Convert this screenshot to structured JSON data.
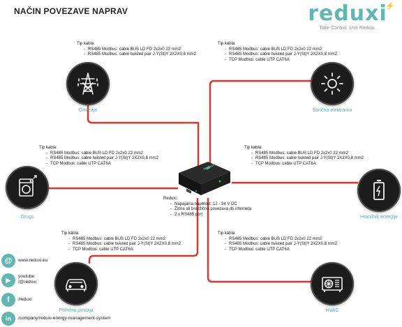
{
  "title": "NAČIN POVEZAVE NAPRAV",
  "logo": {
    "word": "reduxi",
    "tagline": "Take Control. Use Reduxi."
  },
  "colors": {
    "wire": "#e3322b",
    "accent": "#5fb7b0",
    "spark": "#f0c020",
    "node": "#1c1c1c"
  },
  "nodes": {
    "grid": {
      "label": "Omrežje",
      "icon": "power-tower-icon"
    },
    "solar": {
      "label": "Sončna elektrarna",
      "icon": "sun-icon"
    },
    "other": {
      "label": "Drugo",
      "icon": "washing-machine-icon"
    },
    "storage": {
      "label": "Hranilnik energije",
      "icon": "battery-icon"
    },
    "ev": {
      "label": "Polnilna postaja",
      "icon": "car-icon"
    },
    "hvac": {
      "label": "HVAC",
      "icon": "hvac-unit-icon"
    }
  },
  "cable_blocks": {
    "grid": {
      "heading": "Tip kabla:",
      "items": [
        "RS485 Modbus: cable BUS LD FD 2x2x0 22 mm2",
        "RS485 Modbus: cable twisted pair J-Y(St)Y 2X2X0,8 mm2"
      ]
    },
    "solar": {
      "heading": "Tip kabla:",
      "items": [
        "RS485 Modbus: cable BUS LD FD 2x2x0 22 mm2",
        "RS485 Modbus: cable twisted pair J-Y(St)Y 2X2X0,8 mm2",
        "TCP Modbus: cable UTP CAT6A"
      ]
    },
    "other": {
      "heading": "Tip kabla:",
      "items": [
        "RS485 Modbus: cable BUS LD FD 2x2x0 22 mm2",
        "RS485 Modbus: cable twisted pair J-Y(St)Y 2X2X0,8 mm2",
        "TCP Modbus: cable UTP CAT6A"
      ]
    },
    "storage": {
      "heading": "Tip kabla:",
      "items": [
        "RS485 Modbus: cable BUS LD FD 2x2x0 22 mm2",
        "RS485 Modbus: cable twisted pair J-Y(St)Y 2X2X0,8 mm2",
        "TCP Modbus: cable UTP CAT6A"
      ]
    },
    "ev": {
      "heading": "Tip kabla:",
      "items": [
        "RS485 Modbus: cable BUS LD FD 2x2x0 22 mm2",
        "RS485 Modbus: cable twisted pair J-Y(St)Y 2X2X0,8 mm2",
        "TCP Modbus: cable UTP CAT6A"
      ]
    },
    "hvac": {
      "heading": "Tip kabla:",
      "items": [
        "RS485 Modbus: cable BUS LD FD 2x2x0 22 mm2",
        "RS485 Modbus: cable twisted pair J-Y(St)Y 2X2X0,8 mm2",
        "TCP Modbus: cable UTP CAT6A"
      ]
    }
  },
  "device": {
    "brand": "reduxi",
    "heading": "Reduxi:",
    "items": [
      "Napajalna napetost: 12 - 24 V DC",
      "Žična ali brezžična povezava do interneta",
      "2 x RS485 port"
    ]
  },
  "social": [
    {
      "icon": "at-icon",
      "glyph": "@",
      "lines": [
        "www.reduxi.eu"
      ]
    },
    {
      "icon": "youtube-icon",
      "glyph": "▶",
      "lines": [
        "youtube",
        "/@reduxi"
      ]
    },
    {
      "icon": "facebook-icon",
      "glyph": "f",
      "lines": [
        "/reduxi"
      ]
    },
    {
      "icon": "linkedin-icon",
      "glyph": "in",
      "lines": [
        "/company/reduxi-energy-management-system"
      ]
    }
  ]
}
